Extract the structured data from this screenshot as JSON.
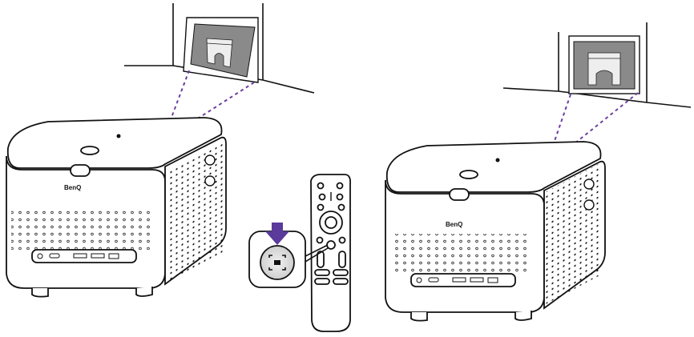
{
  "brand": {
    "logo_left": "BenQ",
    "logo_right": "BenQ"
  },
  "colors": {
    "outline": "#111111",
    "projection_ray": "#6b3fa0",
    "highlight_arrow": "#5a3a9a",
    "callout_fill": "#d9d9d9",
    "image_gray": "#777777"
  },
  "icons": {
    "remote_button": "auto-keystone-icon",
    "press_indicator": "down-arrow-icon"
  },
  "scene": {
    "before": {
      "projected_image": "skewed"
    },
    "after": {
      "projected_image": "corrected"
    }
  }
}
